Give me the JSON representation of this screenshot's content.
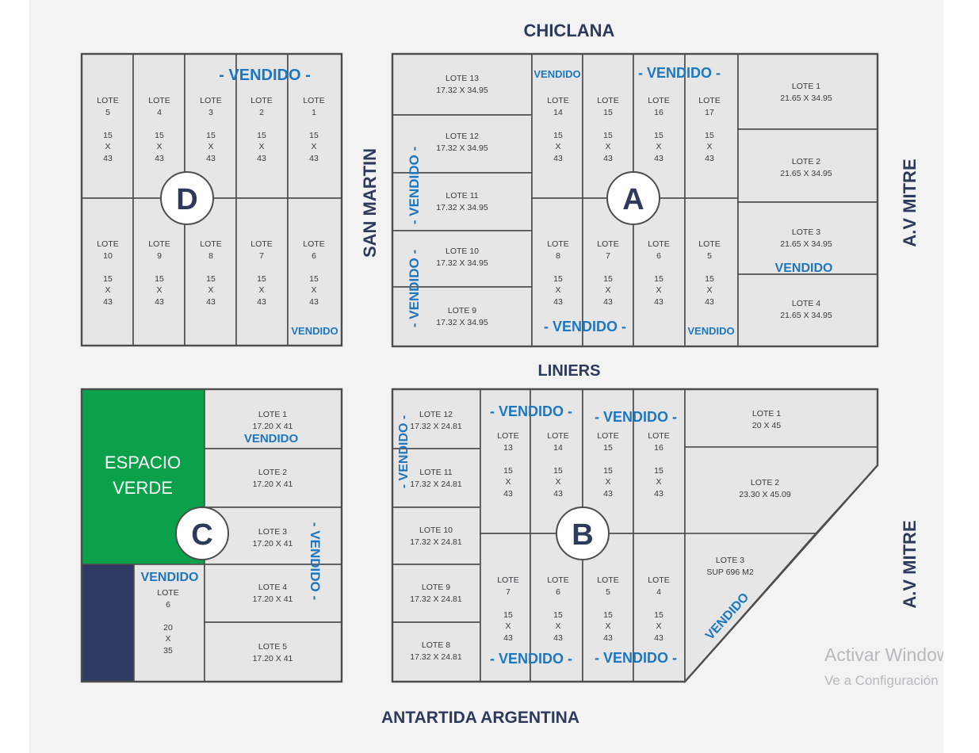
{
  "streets": {
    "north": "CHICLANA",
    "middle": "LINIERS",
    "south": "ANTARTIDA ARGENTINA",
    "west": "SAN MARTIN",
    "east_top": "A.V MITRE",
    "east_bottom": "A.V MITRE"
  },
  "blocks": {
    "D": {
      "label": "D",
      "lots": [
        {
          "name": "LOTE",
          "num": "5",
          "d1": "15",
          "x": "X",
          "d2": "43"
        },
        {
          "name": "LOTE",
          "num": "4",
          "d1": "15",
          "x": "X",
          "d2": "43"
        },
        {
          "name": "LOTE",
          "num": "3",
          "d1": "15",
          "x": "X",
          "d2": "43"
        },
        {
          "name": "LOTE",
          "num": "2",
          "d1": "15",
          "x": "X",
          "d2": "43"
        },
        {
          "name": "LOTE",
          "num": "1",
          "d1": "15",
          "x": "X",
          "d2": "43"
        },
        {
          "name": "LOTE",
          "num": "10",
          "d1": "15",
          "x": "X",
          "d2": "43"
        },
        {
          "name": "LOTE",
          "num": "9",
          "d1": "15",
          "x": "X",
          "d2": "43"
        },
        {
          "name": "LOTE",
          "num": "8",
          "d1": "15",
          "x": "X",
          "d2": "43"
        },
        {
          "name": "LOTE",
          "num": "7",
          "d1": "15",
          "x": "X",
          "d2": "43"
        },
        {
          "name": "LOTE",
          "num": "6",
          "d1": "15",
          "x": "X",
          "d2": "43"
        }
      ],
      "sold": [
        "- VENDIDO -",
        "VENDIDO"
      ]
    },
    "A": {
      "label": "A",
      "lots_west": [
        {
          "name": "LOTE 13",
          "size": "17.32 X 34.95"
        },
        {
          "name": "LOTE 12",
          "size": "17.32 X 34.95"
        },
        {
          "name": "LOTE 11",
          "size": "17.32 X 34.95"
        },
        {
          "name": "LOTE 10",
          "size": "17.32 X 34.95"
        },
        {
          "name": "LOTE 9",
          "size": "17.32 X 34.95"
        }
      ],
      "lots_center": [
        {
          "name": "LOTE",
          "num": "14",
          "d1": "15",
          "x": "X",
          "d2": "43"
        },
        {
          "name": "LOTE",
          "num": "15",
          "d1": "15",
          "x": "X",
          "d2": "43"
        },
        {
          "name": "LOTE",
          "num": "16",
          "d1": "15",
          "x": "X",
          "d2": "43"
        },
        {
          "name": "LOTE",
          "num": "17",
          "d1": "15",
          "x": "X",
          "d2": "43"
        },
        {
          "name": "LOTE",
          "num": "8",
          "d1": "15",
          "x": "X",
          "d2": "43"
        },
        {
          "name": "LOTE",
          "num": "7",
          "d1": "15",
          "x": "X",
          "d2": "43"
        },
        {
          "name": "LOTE",
          "num": "6",
          "d1": "15",
          "x": "X",
          "d2": "43"
        },
        {
          "name": "LOTE",
          "num": "5",
          "d1": "15",
          "x": "X",
          "d2": "43"
        }
      ],
      "lots_east": [
        {
          "name": "LOTE 1",
          "size": "21.65 X 34.95"
        },
        {
          "name": "LOTE 2",
          "size": "21.65 X 34.95"
        },
        {
          "name": "LOTE 3",
          "size": "21.65 X 34.95"
        },
        {
          "name": "LOTE 4",
          "size": "21.65 X 34.95"
        }
      ],
      "sold": [
        "VENDIDO",
        "- VENDIDO -",
        "- VENDIDO -",
        "- VENDIDO -",
        "- VENDIDO -",
        "VENDIDO",
        "VENDIDO"
      ]
    },
    "C": {
      "label": "C",
      "green_space": [
        "ESPACIO",
        "VERDE"
      ],
      "lots": [
        {
          "name": "LOTE 1",
          "size": "17.20 X 41"
        },
        {
          "name": "LOTE 2",
          "size": "17.20 X 41"
        },
        {
          "name": "LOTE 3",
          "size": "17.20 X 41"
        },
        {
          "name": "LOTE 4",
          "size": "17.20 X 41"
        },
        {
          "name": "LOTE 5",
          "size": "17.20 X 41"
        }
      ],
      "lot6": {
        "name": "LOTE",
        "num": "6",
        "d1": "20",
        "x": "X",
        "d2": "35"
      },
      "sold": [
        "VENDIDO",
        "- VENDIDO -",
        "VENDIDO"
      ]
    },
    "B": {
      "label": "B",
      "lots_west": [
        {
          "name": "LOTE 12",
          "size": "17.32 X 24.81"
        },
        {
          "name": "LOTE 11",
          "size": "17.32 X 24.81"
        },
        {
          "name": "LOTE 10",
          "size": "17.32 X 24.81"
        },
        {
          "name": "LOTE 9",
          "size": "17.32 X 24.81"
        },
        {
          "name": "LOTE 8",
          "size": "17.32 X 24.81"
        }
      ],
      "lots_center": [
        {
          "name": "LOTE",
          "num": "13",
          "d1": "15",
          "x": "X",
          "d2": "43"
        },
        {
          "name": "LOTE",
          "num": "14",
          "d1": "15",
          "x": "X",
          "d2": "43"
        },
        {
          "name": "LOTE",
          "num": "15",
          "d1": "15",
          "x": "X",
          "d2": "43"
        },
        {
          "name": "LOTE",
          "num": "16",
          "d1": "15",
          "x": "X",
          "d2": "43"
        },
        {
          "name": "LOTE",
          "num": "7",
          "d1": "15",
          "x": "X",
          "d2": "43"
        },
        {
          "name": "LOTE",
          "num": "6",
          "d1": "15",
          "x": "X",
          "d2": "43"
        },
        {
          "name": "LOTE",
          "num": "5",
          "d1": "15",
          "x": "X",
          "d2": "43"
        },
        {
          "name": "LOTE",
          "num": "4",
          "d1": "15",
          "x": "X",
          "d2": "43"
        }
      ],
      "lots_east": [
        {
          "name": "LOTE 1",
          "size": "20 X 45"
        },
        {
          "name": "LOTE 2",
          "size": "23.30 X 45.09"
        },
        {
          "name": "LOTE 3",
          "size": "SUP 696 M2"
        }
      ],
      "sold": [
        "- VENDIDO -",
        "- VENDIDO -",
        "- VENDIDO -",
        "- VENDIDO -",
        "- VENDIDO -",
        "VENDIDO"
      ]
    }
  },
  "watermark": {
    "line1": "Activar Windows",
    "line2": "Ve a Configuración"
  },
  "colors": {
    "green_space": "#0aa14a",
    "navy_lot": "#2e3a62",
    "sold": "#1d77c0",
    "street": "#2e3a5c"
  }
}
